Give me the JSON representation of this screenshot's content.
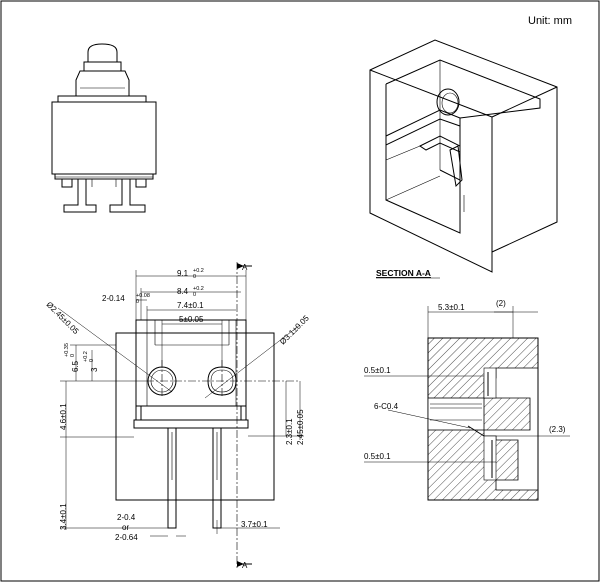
{
  "unit_label": "Unit: mm",
  "section_view": {
    "title": "SECTION A-A",
    "dims": {
      "width": "5.3±0.1",
      "ref_2": "(2)",
      "gap_top": "0.5±0.1",
      "chamfer": "6-C0.4",
      "ref_2_3": "(2.3)",
      "gap_bottom": "0.5±0.1"
    }
  },
  "front_view": {
    "section_marker": "A",
    "dims": {
      "w_9_1": "9.1",
      "w_9_1_tol_up": "+0.2",
      "w_9_1_tol_lo": "0",
      "w_8_4": "8.4",
      "w_8_4_tol_up": "+0.2",
      "w_8_4_tol_lo": "0",
      "w_7_4": "7.4±0.1",
      "w_5": "5±0.05",
      "slot": "2-0.14",
      "slot_tol_up": "+0.08",
      "slot_tol_lo": "0",
      "dia_2_45": "Ø2.45±0.05",
      "dia_3_1": "Ø3.1±0.05",
      "h_6_5": "6.5",
      "h_6_5_tol_up": "+0.35",
      "h_6_5_tol_lo": "0",
      "h_3": "3",
      "h_3_tol_up": "+0.2",
      "h_3_tol_lo": "0",
      "h_4_6": "4.6±0.1",
      "h_3_4": "3.4±0.1",
      "h_2_3": "2.3±0.1",
      "h_2_45": "2.45±0.05",
      "term_w": "2-0.4",
      "term_or": "or",
      "term_w2": "2-0.64",
      "term_pitch": "3.7±0.1"
    }
  }
}
